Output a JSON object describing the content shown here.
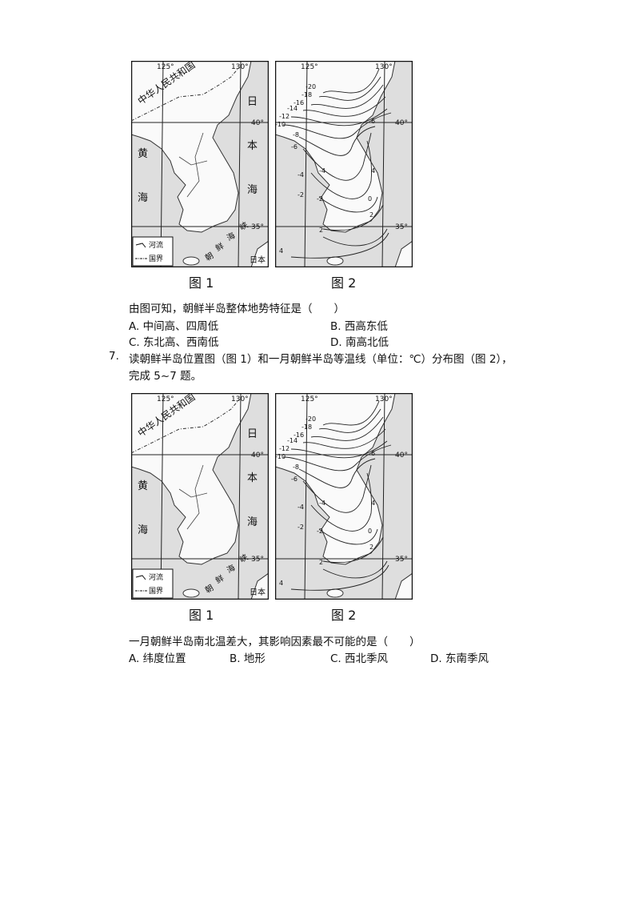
{
  "figure": {
    "fig1_caption": "图 1",
    "fig2_caption": "图  2",
    "lon_125": "125°",
    "lon_130": "130°",
    "lat_40": "40°",
    "lat_35": "35°",
    "china_label": "中华人民共和国",
    "japan_sea": [
      "日",
      "本",
      "海"
    ],
    "yellow_sea": [
      "黄",
      "海"
    ],
    "strait": [
      "朝",
      "鲜",
      "海",
      "峡"
    ],
    "japan_label": "日本",
    "legend_river": "河流",
    "legend_border": "国界",
    "isotherm_labels": [
      "-20",
      "-18",
      "-16",
      "-14",
      "-12",
      "-10",
      "-8",
      "-6",
      "-4",
      "-2",
      "0",
      "2",
      "4",
      "6",
      "-4",
      "-2",
      "2",
      "4"
    ]
  },
  "question6": {
    "stem": "由图可知，朝鲜半岛整体地势特征是（　　）",
    "options": [
      "A. 中间高、四周低",
      "B. 西高东低",
      "C. 东北高、西南低",
      "D. 南高北低"
    ]
  },
  "question7": {
    "number": "7.",
    "intro_line1": "读朝鲜半岛位置图（图 1）和一月朝鲜半岛等温线（单位：℃）分布图（图 2），",
    "intro_line2": "完成 5~7 题。",
    "stem": "一月朝鲜半岛南北温差大，其影响因素最不可能的是（　　）",
    "options": [
      "A. 纬度位置",
      "B. 地形",
      "C. 西北季风",
      "D. 东南季风"
    ]
  }
}
